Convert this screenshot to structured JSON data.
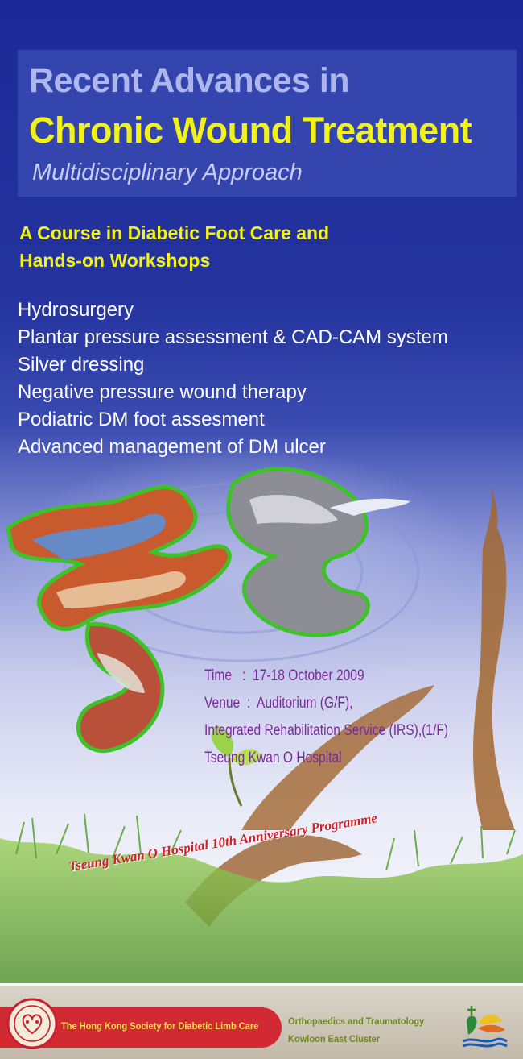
{
  "title": {
    "line1": "Recent Advances in",
    "line2": "Chronic Wound Treatment",
    "subtitle": "Multidisciplinary Approach"
  },
  "course": {
    "heading_line1": "A Course in Diabetic Foot Care and",
    "heading_line2": "Hands-on Workshops"
  },
  "topics": [
    "Hydrosurgery",
    "Plantar pressure assessment & CAD-CAM system",
    "Silver dressing",
    "Negative pressure wound therapy",
    "Podiatric DM foot assesment",
    "Advanced management of DM ulcer"
  ],
  "event": {
    "time_label": "Time",
    "time_value": "17-18 October 2009",
    "venue_label": "Venue",
    "venue_value": "Auditorium (G/F),",
    "venue_line2": "Integrated Rehabilitation Service (IRS),(1/F)",
    "venue_line3": "Tseung Kwan O Hospital"
  },
  "anniversary": "Tseung Kwan O Hospital 10th Anniversary Programme",
  "footer": {
    "org_left": "The Hong Kong Society for Diabetic Limb Care",
    "org_right_line1": "Orthopaedics and Traumatology",
    "org_right_line2": "Kowloon East Cluster"
  },
  "colors": {
    "background_top": "#1c2a97",
    "title_yellow": "#f2f21a",
    "info_purple": "#7a2a98",
    "anniversary_red": "#d0202a",
    "footer_red": "#d22a33"
  },
  "icons": [
    "society-seal-icon",
    "hospital-logo-icon",
    "seedling-icon"
  ]
}
